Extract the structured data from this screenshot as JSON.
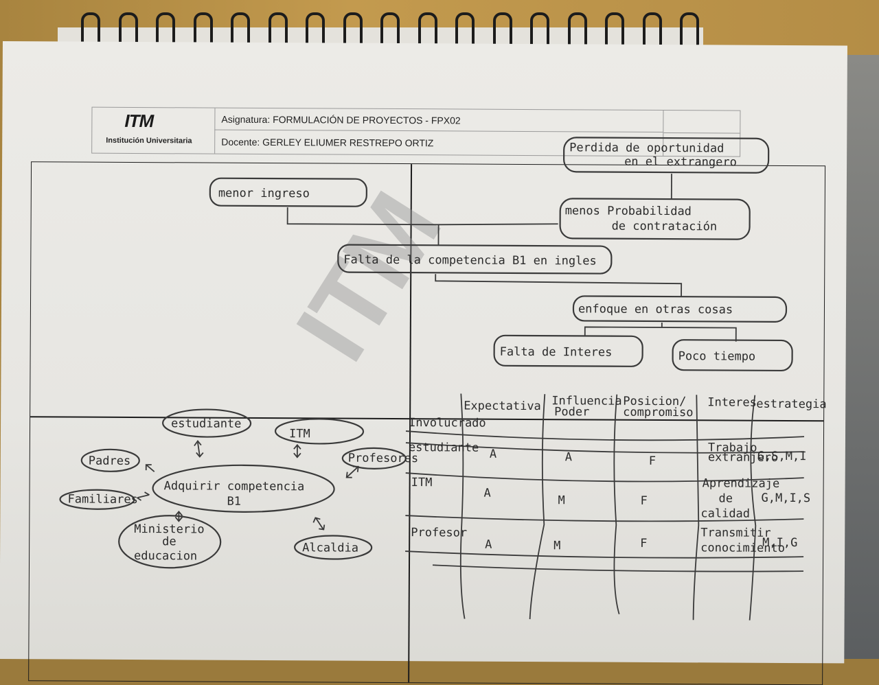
{
  "header": {
    "logo": "ITM",
    "logo_subtitle": "Institución Universitaria",
    "subject": "Asignatura: FORMULACIÓN DE PROYECTOS - FPX02",
    "teacher": "Docente: GERLEY ELIUMER RESTREPO ORTIZ"
  },
  "watermark": "ITM",
  "problem_tree": {
    "core_problem": "Falta de la competencia B1 en ingles",
    "effects": [
      "menor ingreso",
      "menos Probabilidad de contratación",
      "Perdida de oportunidad en el extrangero"
    ],
    "causes": [
      "enfoque en otras cosas",
      "Falta de Interes",
      "Poco tiempo"
    ]
  },
  "stakeholder_map": {
    "center": "Adquirir competencia B1",
    "actors": [
      "estudiante",
      "ITM",
      "Profesores",
      "Padres",
      "Familiares",
      "Ministerio de educacion",
      "Alcaldia"
    ]
  },
  "matrix": {
    "headers": [
      "Involucrado",
      "Expectativa",
      "Influencia Poder",
      "Posicion/ compromiso",
      "Interes",
      "estrategia"
    ],
    "rows": [
      {
        "involucrado": "estudiante",
        "expectativa": "A",
        "influencia": "A",
        "posicion": "F",
        "interes": "Trabajo extranjero",
        "estrategia": "G,S,M,I"
      },
      {
        "involucrado": "ITM",
        "expectativa": "A",
        "influencia": "M",
        "posicion": "F",
        "interes": "Aprendizaje de calidad",
        "estrategia": "G,M,I,S"
      },
      {
        "involucrado": "Profesor",
        "expectativa": "A",
        "influencia": "M",
        "posicion": "F",
        "interes": "Transmitir conocimiento",
        "estrategia": "M,I,G"
      }
    ]
  }
}
